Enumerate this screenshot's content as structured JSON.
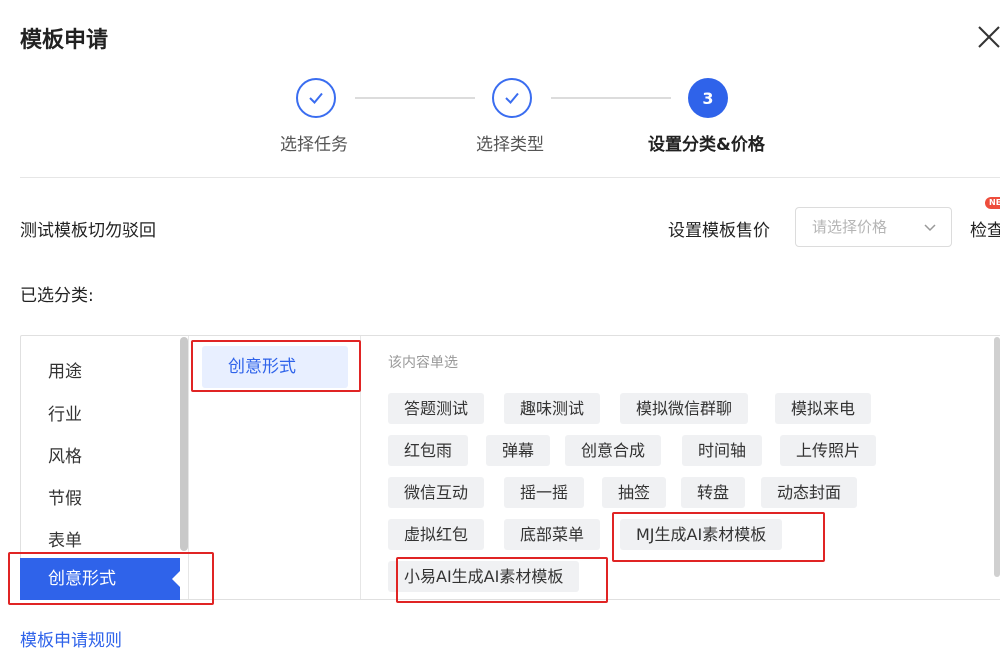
{
  "header": {
    "title": "模板申请",
    "close_icon": "close-icon"
  },
  "steps": [
    {
      "label": "选择任务",
      "state": "done"
    },
    {
      "label": "选择类型",
      "state": "done"
    },
    {
      "label": "设置分类&价格",
      "state": "active",
      "number": "3"
    }
  ],
  "template_name": "测试模板切勿驳回",
  "price": {
    "label": "设置模板售价",
    "placeholder": "请选择价格"
  },
  "check": {
    "label": "检查",
    "badge": "NEW"
  },
  "selected_label": "已选分类:",
  "categories": {
    "level1": [
      "用途",
      "行业",
      "风格",
      "节假",
      "表单",
      "创意形式"
    ],
    "level1_active": "创意形式",
    "level2_active": "创意形式",
    "hint": "该内容单选",
    "tags": [
      [
        "答题测试",
        "趣味测试",
        "模拟微信群聊",
        "模拟来电"
      ],
      [
        "红包雨",
        "弹幕",
        "创意合成",
        "时间轴",
        "上传照片"
      ],
      [
        "微信互动",
        "摇一摇",
        "抽签",
        "转盘",
        "动态封面"
      ],
      [
        "虚拟红包",
        "底部菜单",
        "MJ生成AI素材模板"
      ],
      [
        "小易AI生成AI素材模板"
      ]
    ]
  },
  "footer": {
    "rules_link": "模板申请规则"
  },
  "colors": {
    "accent": "#2f63ea",
    "highlight_box": "#e02424"
  }
}
